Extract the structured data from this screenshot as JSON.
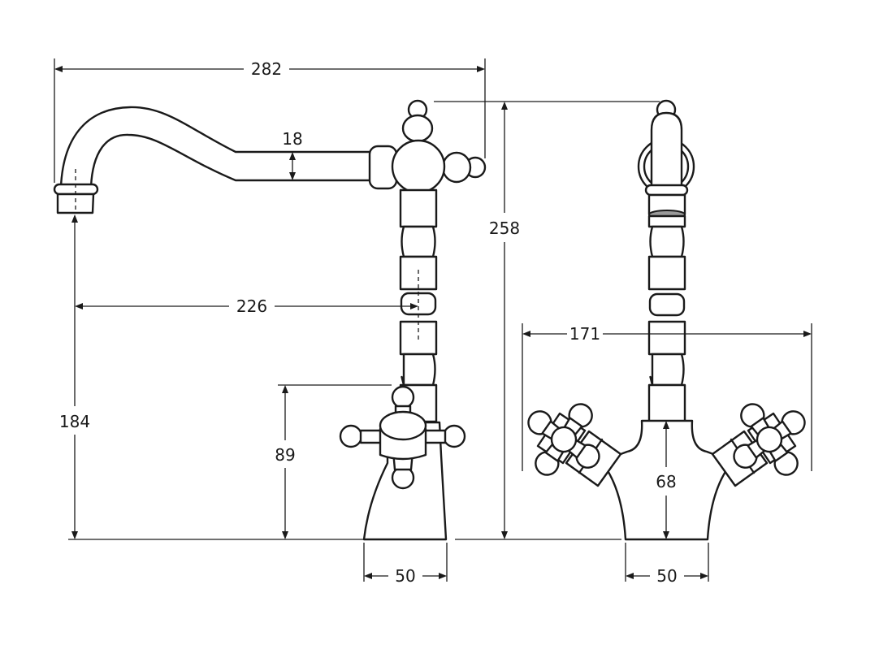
{
  "dimensions": {
    "spout_reach_total": "282",
    "spout_tube": "18",
    "spout_reach_center": "226",
    "spout_height": "184",
    "handle_height": "89",
    "base_width_side": "50",
    "overall_height": "258",
    "handle_span": "171",
    "body_height_front": "68",
    "base_width_front": "50"
  },
  "colors": {
    "line": "#1a1a1a",
    "aerator": "#9a9a9a",
    "background": "#ffffff"
  }
}
